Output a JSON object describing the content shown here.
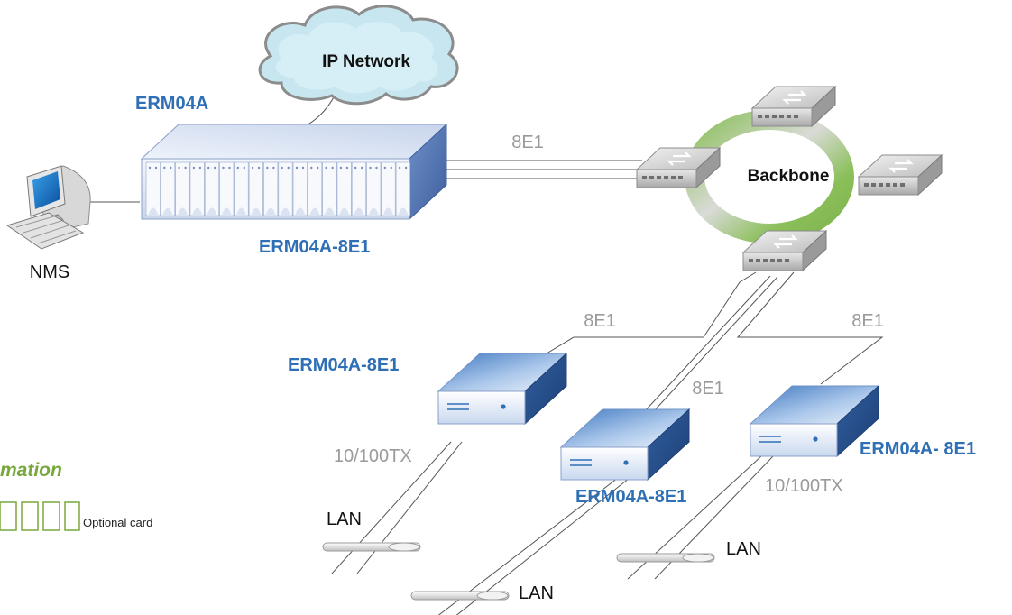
{
  "cloud": {
    "label": "IP Network"
  },
  "ring": {
    "label": "Backbone"
  },
  "nms": {
    "label": "NMS"
  },
  "main_device": {
    "top_label": "ERM04A",
    "bottom_label": "ERM04A-8E1"
  },
  "links": {
    "main_to_backbone": "8E1",
    "left_branch": "8E1",
    "middle_branch": "8E1",
    "right_branch": "8E1"
  },
  "remote_devices": {
    "left": "ERM04A-8E1",
    "middle": "ERM04A-8E1",
    "right": "ERM04A- 8E1"
  },
  "ethernet": {
    "left": "10/100TX",
    "right": "10/100TX"
  },
  "lan": {
    "left": "LAN",
    "middle": "LAN",
    "right": "LAN"
  },
  "legend": {
    "title_fragment": "mation",
    "optional_card": "Optional card"
  },
  "colors": {
    "label_blue": "#2f6fb5",
    "ring_green": "#8bbf5a",
    "ring_grey": "#d7d7d7",
    "cloud_fill": "#c7e6ef",
    "legend_green": "#78a83c"
  }
}
